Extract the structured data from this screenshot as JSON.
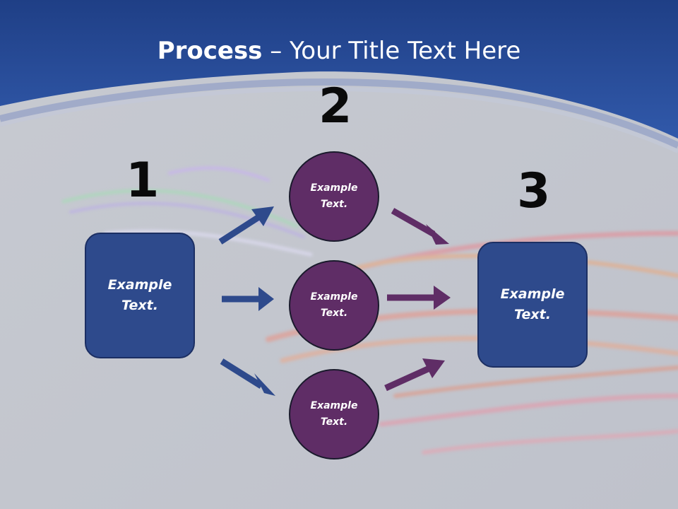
{
  "title": {
    "bold": "Process",
    "rest": " – Your Title Text Here"
  },
  "steps": {
    "one": "1",
    "two": "2",
    "three": "3"
  },
  "left_box": {
    "text": "Example Text."
  },
  "right_box": {
    "text": "Example Text."
  },
  "circles": [
    {
      "text": "Example Text."
    },
    {
      "text": "Example Text."
    },
    {
      "text": "Example Text."
    }
  ],
  "colors": {
    "header_blue": "#2f58a6",
    "box_blue": "#2e4a8c",
    "circle_purple": "#5f2d66",
    "arrow_blue": "#2e4a8c",
    "arrow_purple": "#5f2d66"
  }
}
